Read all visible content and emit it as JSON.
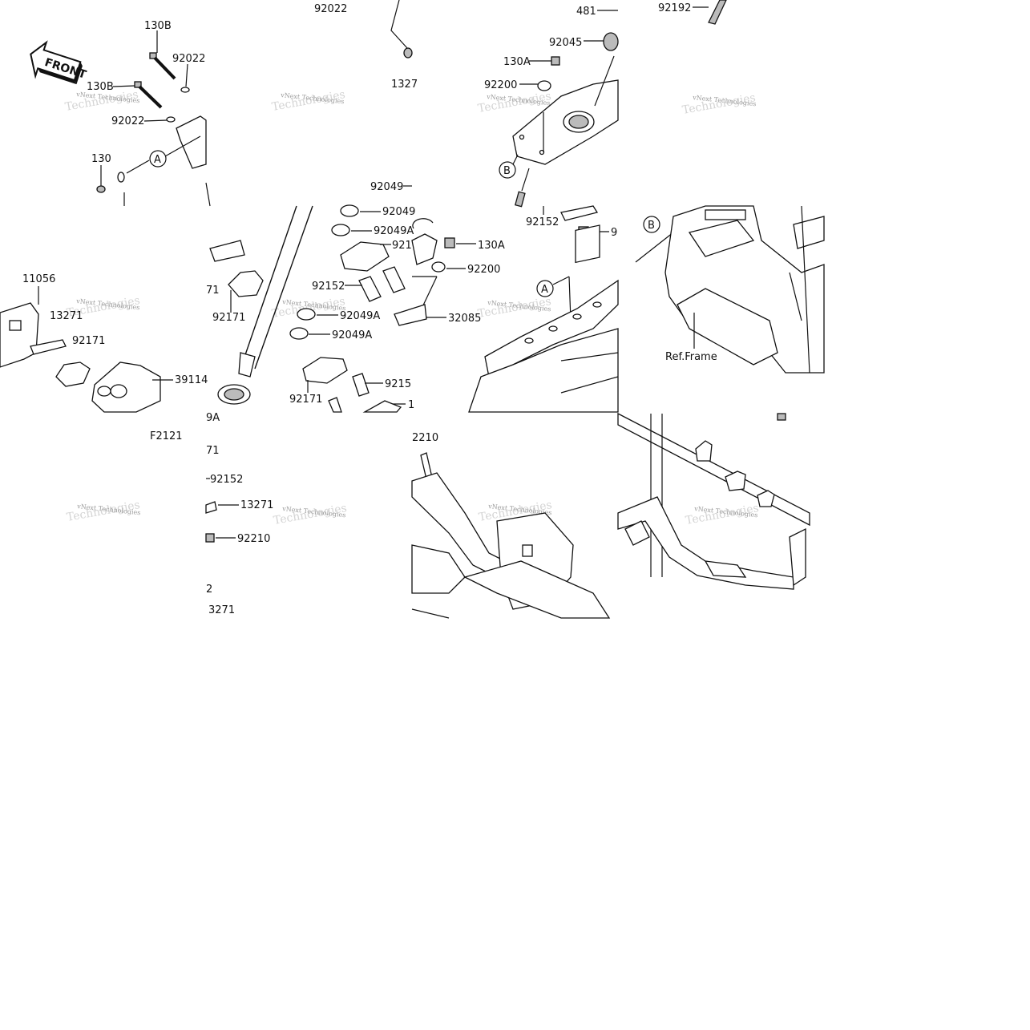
{
  "front_badge": "FRONT",
  "figure_code": "F2121",
  "ref_frame": "Ref.Frame",
  "callouts": {
    "a": "A",
    "b": "B"
  },
  "watermark": {
    "line1": "vNext Technologies",
    "line2": "Technologies"
  },
  "labels": {
    "t1_130B": "130B",
    "t1_92022_top": "92022",
    "t1_130B_b": "130B",
    "t1_92022_mid": "92022",
    "t1_130": "130",
    "t2_92022": "92022",
    "t2_1327": "1327",
    "t3_481": "481",
    "t3_92045": "92045",
    "t3_130A": "130A",
    "t3_92200": "92200",
    "t3_92049": "92049",
    "t4_92192": "92192",
    "t5_11056": "11056",
    "t5_13271": "13271",
    "t5_92171": "92171",
    "t5_39114": "39114",
    "t6_71": "71",
    "t6_92171_a": "92171",
    "t6_92049_top": "92049",
    "t6_92049A_a": "92049A",
    "t6_921": "921",
    "t6_92152": "92152",
    "t6_92049A_b": "92049A",
    "t6_92049A_c": "92049A",
    "t6_92171_b": "92171",
    "t6_9215": "9215",
    "t6_1": "1",
    "t6_9A": "9A",
    "t7_130A": "130A",
    "t7_92200": "92200",
    "t7_32085": "32085",
    "t7_92152": "92152",
    "t7_9": "9",
    "t10_71": "71",
    "t10_92152": "92152",
    "t10_13271": "13271",
    "t10_92210": "92210",
    "t10_2": "2",
    "t10_3271": "3271",
    "t11_2210": "2210"
  }
}
